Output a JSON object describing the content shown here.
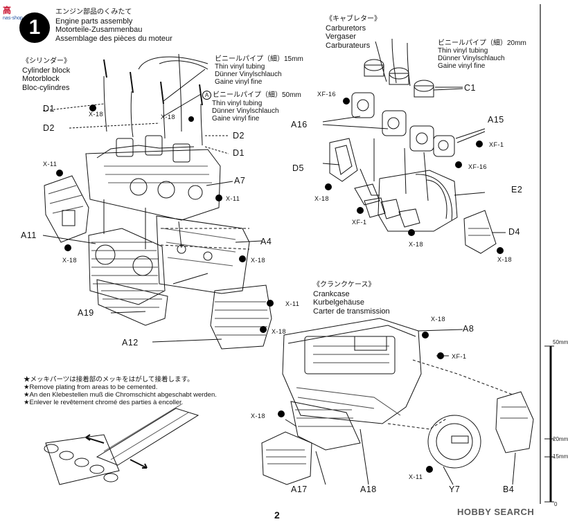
{
  "watermark_top": {
    "text": "高",
    "sub": "nas-shop.com"
  },
  "step": {
    "number": "1"
  },
  "header": {
    "jp": "エンジン部品のくみたて",
    "en": "Engine parts assembly",
    "de": "Motorteile-Zusammenbau",
    "fr": "Assemblage des pièces du moteur"
  },
  "cylinder": {
    "jp": "《シリンダー》",
    "en": "Cylinder block",
    "de": "Motorblock",
    "fr": "Bloc-cylindres"
  },
  "vinyl15": {
    "jp": "ビニールパイプ（細）15mm",
    "en": "Thin vinyl tubing",
    "de": "Dünner Vinylschlauch",
    "fr": "Gaine vinyl fine"
  },
  "vinyl50": {
    "badge": "A",
    "jp": "ビニールパイプ（細）50mm",
    "en": "Thin vinyl tubing",
    "de": "Dünner Vinylschlauch",
    "fr": "Gaine vinyl fine"
  },
  "carb": {
    "jp": "《キャブレター》",
    "en": "Carburetors",
    "de": "Vergaser",
    "fr": "Carburateurs"
  },
  "vinyl20": {
    "jp": "ビニールパイプ（細）20mm",
    "en": "Thin vinyl tubing",
    "de": "Dünner Vinylschlauch",
    "fr": "Gaine vinyl fine"
  },
  "crank": {
    "jp": "《クランクケース》",
    "en": "Crankcase",
    "de": "Kurbelgehäuse",
    "fr": "Carter de transmission"
  },
  "notes": {
    "jp": "★メッキパーツは接着部のメッキをはがして接着します。",
    "en": "★Remove plating from areas to be cemented.",
    "de": "★An den Klebestellen muß die Chromschicht abgeschabt werden.",
    "fr": "★Enlever le revêtement chromé des parties à encoller."
  },
  "part_labels": {
    "D1a": "D1",
    "X18a": "X-18",
    "D2a": "D2",
    "X18b": "X-18",
    "D2b": "D2",
    "D1b": "D1",
    "A7": "A7",
    "X11a": "X-11",
    "X11b": "X-11",
    "A11": "A11",
    "X18c": "X-18",
    "A4": "A4",
    "X18d": "X-18",
    "A19": "A19",
    "X11c": "X-11",
    "X18e": "X-18",
    "A12": "A12",
    "XF16a": "XF-16",
    "C1": "C1",
    "A16": "A16",
    "A15": "A15",
    "XF1a": "XF-1",
    "XF16b": "XF-16",
    "D5": "D5",
    "X18f": "X-18",
    "E2": "E2",
    "XF1b": "XF-1",
    "X18g": "X-18",
    "D4": "D4",
    "X18h": "X-18",
    "X18i": "X-18",
    "A8": "A8",
    "XF1c": "XF-1",
    "X18j": "X-18",
    "A17": "A17",
    "A18": "A18",
    "Y7": "Y7",
    "X11d": "X-11",
    "B4": "B4"
  },
  "ruler": {
    "top": "50mm",
    "mid": "20mm",
    "low": "15mm",
    "zero": "0"
  },
  "page": {
    "number": "2"
  },
  "watermark_bottom": {
    "text": "HOBBY SEARCH"
  }
}
